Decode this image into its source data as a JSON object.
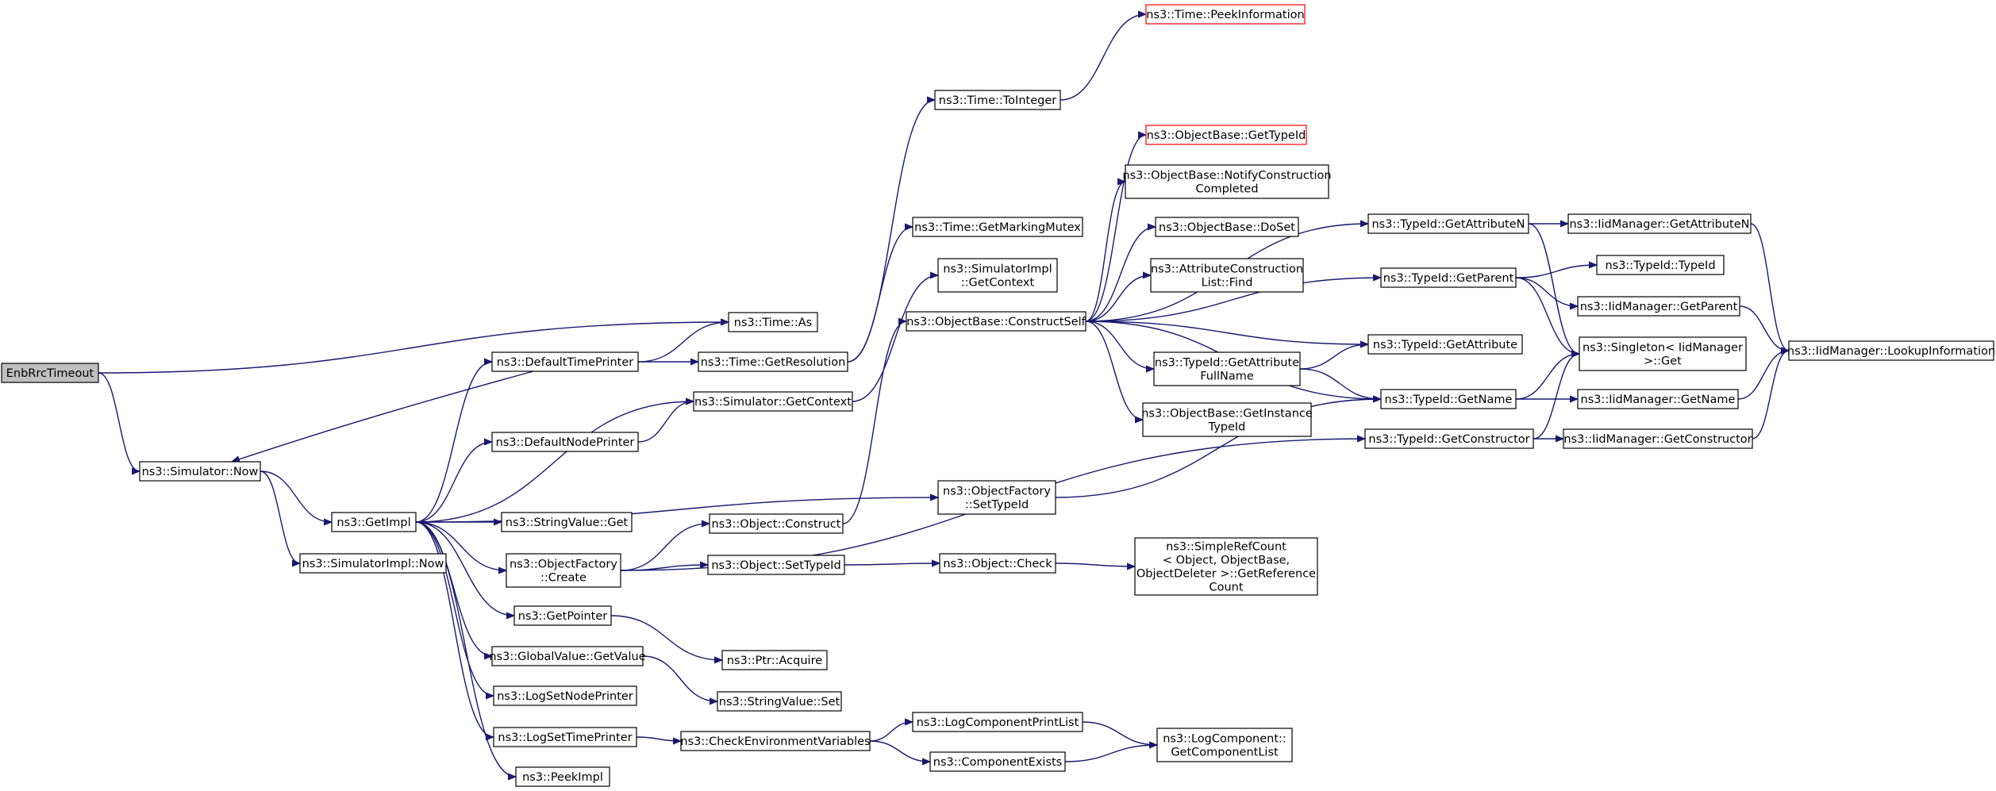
{
  "nodes": {
    "EnbRrcTimeout": {
      "label": [
        "EnbRrcTimeout"
      ],
      "fill": "#bfbfbf",
      "stroke": "#000000"
    },
    "SimNow": {
      "label": [
        "ns3::Simulator::Now"
      ]
    },
    "GetImpl": {
      "label": [
        "ns3::GetImpl"
      ]
    },
    "SimImplNow": {
      "label": [
        "ns3::SimulatorImpl::Now"
      ]
    },
    "TimeAs": {
      "label": [
        "ns3::Time::As"
      ]
    },
    "DefTimePrinter": {
      "label": [
        "ns3::DefaultTimePrinter"
      ]
    },
    "GetResolution": {
      "label": [
        "ns3::Time::GetResolution"
      ]
    },
    "SimGetContext": {
      "label": [
        "ns3::Simulator::GetContext"
      ]
    },
    "DefNodePrinter": {
      "label": [
        "ns3::DefaultNodePrinter"
      ]
    },
    "StringValueGet": {
      "label": [
        "ns3::StringValue::Get"
      ]
    },
    "ObjFactCreate": {
      "label": [
        "ns3::ObjectFactory",
        "::Create"
      ]
    },
    "GetPointer": {
      "label": [
        "ns3::GetPointer"
      ]
    },
    "GlobalGetValue": {
      "label": [
        "ns3::GlobalValue::GetValue"
      ]
    },
    "LogSetNodePrinter": {
      "label": [
        "ns3::LogSetNodePrinter"
      ]
    },
    "LogSetTimePrinter": {
      "label": [
        "ns3::LogSetTimePrinter"
      ]
    },
    "PeekImpl": {
      "label": [
        "ns3::PeekImpl"
      ]
    },
    "ObjConstruct": {
      "label": [
        "ns3::Object::Construct"
      ]
    },
    "ObjSetTypeId": {
      "label": [
        "ns3::Object::SetTypeId"
      ]
    },
    "PtrAcquire": {
      "label": [
        "ns3::Ptr::Acquire"
      ]
    },
    "StringValueSet": {
      "label": [
        "ns3::StringValue::Set"
      ]
    },
    "CheckEnvVars": {
      "label": [
        "ns3::CheckEnvironmentVariables"
      ]
    },
    "TimeToInteger": {
      "label": [
        "ns3::Time::ToInteger"
      ]
    },
    "GetMarkingMutex": {
      "label": [
        "ns3::Time::GetMarkingMutex"
      ]
    },
    "SimImplGetContext": {
      "label": [
        "ns3::SimulatorImpl",
        "::GetContext"
      ]
    },
    "ConstructSelf": {
      "label": [
        "ns3::ObjectBase::ConstructSelf"
      ]
    },
    "ObjFactSetTypeId": {
      "label": [
        "ns3::ObjectFactory",
        "::SetTypeId"
      ]
    },
    "ObjCheck": {
      "label": [
        "ns3::Object::Check"
      ]
    },
    "LogCompPrintList": {
      "label": [
        "ns3::LogComponentPrintList"
      ]
    },
    "CompExists": {
      "label": [
        "ns3::ComponentExists"
      ]
    },
    "PeekInformation": {
      "label": [
        "ns3::Time::PeekInformation"
      ],
      "stroke": "#ff0000"
    },
    "ObjBaseGetTypeId": {
      "label": [
        "ns3::ObjectBase::GetTypeId"
      ],
      "stroke": "#ff0000"
    },
    "NotifyConstruction": {
      "label": [
        "ns3::ObjectBase::NotifyConstruction",
        "Completed"
      ]
    },
    "DoSet": {
      "label": [
        "ns3::ObjectBase::DoSet"
      ]
    },
    "AttrConstrFind": {
      "label": [
        "ns3::AttributeConstruction",
        "List::Find"
      ]
    },
    "GetAttrFullName": {
      "label": [
        "ns3::TypeId::GetAttribute",
        "FullName"
      ]
    },
    "GetInstanceTypeId": {
      "label": [
        "ns3::ObjectBase::GetInstance",
        "TypeId"
      ]
    },
    "SimpleRefCount": {
      "label": [
        "ns3::SimpleRefCount",
        "< Object, ObjectBase,",
        "ObjectDeleter >::GetReference",
        "Count"
      ]
    },
    "LogCompGetList": {
      "label": [
        "ns3::LogComponent::",
        "GetComponentList"
      ]
    },
    "TypeIdGetAttributeN": {
      "label": [
        "ns3::TypeId::GetAttributeN"
      ]
    },
    "TypeIdGetParent": {
      "label": [
        "ns3::TypeId::GetParent"
      ]
    },
    "TypeIdGetAttribute": {
      "label": [
        "ns3::TypeId::GetAttribute"
      ]
    },
    "TypeIdGetName": {
      "label": [
        "ns3::TypeId::GetName"
      ]
    },
    "TypeIdGetConstructor": {
      "label": [
        "ns3::TypeId::GetConstructor"
      ]
    },
    "IidGetAttributeN": {
      "label": [
        "ns3::IidManager::GetAttributeN"
      ]
    },
    "TypeIdTypeId": {
      "label": [
        "ns3::TypeId::TypeId"
      ]
    },
    "IidGetParent": {
      "label": [
        "ns3::IidManager::GetParent"
      ]
    },
    "SingletonGet": {
      "label": [
        "ns3::Singleton< IidManager",
        ">::Get"
      ]
    },
    "IidGetName": {
      "label": [
        "ns3::IidManager::GetName"
      ]
    },
    "IidGetConstructor": {
      "label": [
        "ns3::IidManager::GetConstructor"
      ]
    },
    "IidLookupInfo": {
      "label": [
        "ns3::IidManager::LookupInformation"
      ]
    }
  },
  "edges": [
    [
      "EnbRrcTimeout",
      "TimeAs"
    ],
    [
      "EnbRrcTimeout",
      "SimNow"
    ],
    [
      "SimNow",
      "GetImpl"
    ],
    [
      "SimNow",
      "SimImplNow"
    ],
    [
      "GetImpl",
      "DefTimePrinter"
    ],
    [
      "GetImpl",
      "SimGetContext"
    ],
    [
      "GetImpl",
      "DefNodePrinter"
    ],
    [
      "GetImpl",
      "StringValueGet"
    ],
    [
      "GetImpl",
      "ObjFactCreate"
    ],
    [
      "GetImpl",
      "GetPointer"
    ],
    [
      "GetImpl",
      "GlobalGetValue"
    ],
    [
      "GetImpl",
      "LogSetNodePrinter"
    ],
    [
      "GetImpl",
      "LogSetTimePrinter"
    ],
    [
      "GetImpl",
      "PeekImpl"
    ],
    [
      "GetImpl",
      "ObjFactSetTypeId"
    ],
    [
      "DefTimePrinter",
      "TimeAs"
    ],
    [
      "DefTimePrinter",
      "GetResolution"
    ],
    [
      "DefTimePrinter",
      "SimNow"
    ],
    [
      "DefNodePrinter",
      "SimGetContext"
    ],
    [
      "SimGetContext",
      "SimImplGetContext"
    ],
    [
      "GetResolution",
      "TimeToInteger"
    ],
    [
      "GetResolution",
      "GetMarkingMutex"
    ],
    [
      "TimeToInteger",
      "PeekInformation"
    ],
    [
      "ObjFactCreate",
      "ObjConstruct"
    ],
    [
      "ObjFactCreate",
      "ObjSetTypeId"
    ],
    [
      "ObjFactCreate",
      "TypeIdGetConstructor"
    ],
    [
      "ObjConstruct",
      "ConstructSelf"
    ],
    [
      "ObjSetTypeId",
      "ObjCheck"
    ],
    [
      "ObjCheck",
      "SimpleRefCount"
    ],
    [
      "GetPointer",
      "PtrAcquire"
    ],
    [
      "GlobalGetValue",
      "StringValueSet"
    ],
    [
      "LogSetTimePrinter",
      "CheckEnvVars"
    ],
    [
      "CheckEnvVars",
      "LogCompPrintList"
    ],
    [
      "CheckEnvVars",
      "CompExists"
    ],
    [
      "LogCompPrintList",
      "LogCompGetList"
    ],
    [
      "CompExists",
      "LogCompGetList"
    ],
    [
      "ObjFactSetTypeId",
      "TypeIdGetName"
    ],
    [
      "ConstructSelf",
      "ObjBaseGetTypeId"
    ],
    [
      "ConstructSelf",
      "NotifyConstruction"
    ],
    [
      "ConstructSelf",
      "DoSet"
    ],
    [
      "ConstructSelf",
      "AttrConstrFind"
    ],
    [
      "ConstructSelf",
      "GetAttrFullName"
    ],
    [
      "ConstructSelf",
      "GetInstanceTypeId"
    ],
    [
      "ConstructSelf",
      "TypeIdGetAttributeN"
    ],
    [
      "ConstructSelf",
      "TypeIdGetParent"
    ],
    [
      "ConstructSelf",
      "TypeIdGetAttribute"
    ],
    [
      "ConstructSelf",
      "TypeIdGetName"
    ],
    [
      "GetAttrFullName",
      "TypeIdGetAttribute"
    ],
    [
      "GetAttrFullName",
      "TypeIdGetName"
    ],
    [
      "TypeIdGetAttributeN",
      "IidGetAttributeN"
    ],
    [
      "TypeIdGetAttributeN",
      "SingletonGet"
    ],
    [
      "TypeIdGetParent",
      "TypeIdTypeId"
    ],
    [
      "TypeIdGetParent",
      "IidGetParent"
    ],
    [
      "TypeIdGetParent",
      "SingletonGet"
    ],
    [
      "TypeIdGetName",
      "SingletonGet"
    ],
    [
      "TypeIdGetName",
      "IidGetName"
    ],
    [
      "TypeIdGetConstructor",
      "IidGetConstructor"
    ],
    [
      "TypeIdGetConstructor",
      "SingletonGet"
    ],
    [
      "IidGetAttributeN",
      "IidLookupInfo"
    ],
    [
      "IidGetParent",
      "IidLookupInfo"
    ],
    [
      "IidGetName",
      "IidLookupInfo"
    ],
    [
      "IidGetConstructor",
      "IidLookupInfo"
    ]
  ],
  "colors": {
    "edge": "#191970",
    "node_fill": "#ffffff",
    "node_stroke": "#000000"
  }
}
